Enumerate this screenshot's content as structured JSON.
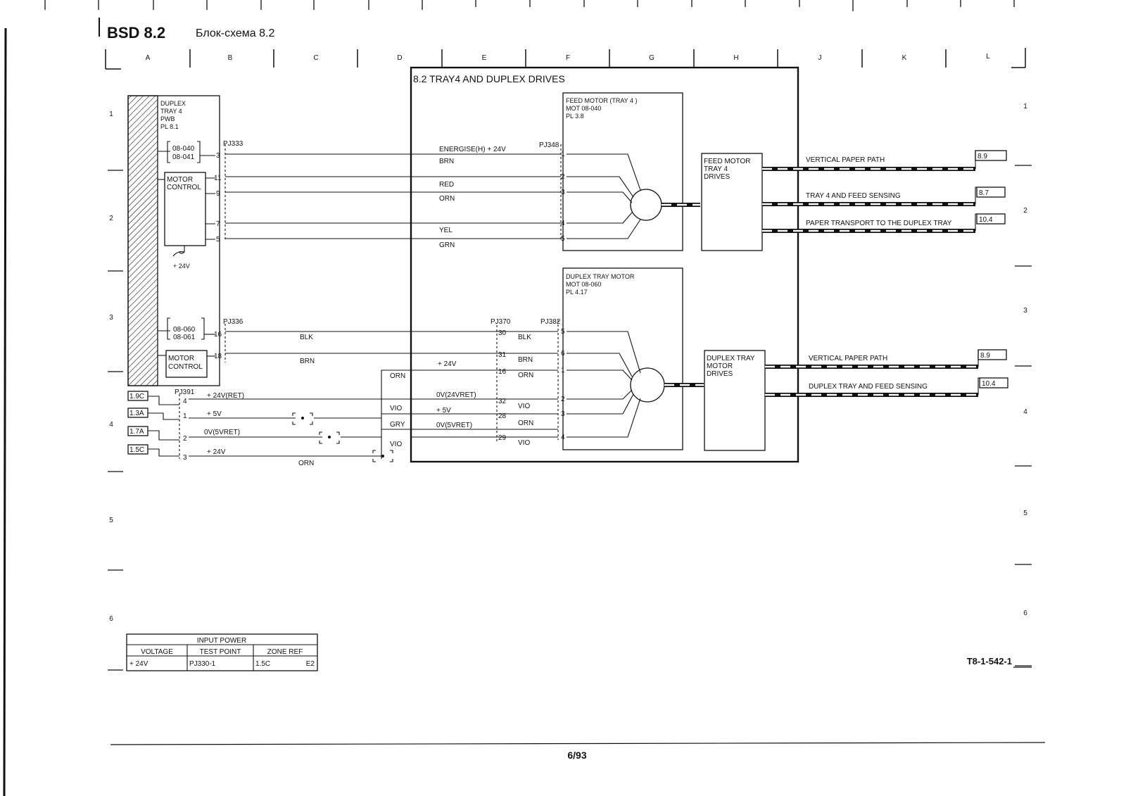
{
  "header": {
    "code": "BSD 8.2",
    "subtitle": "Блок-схема 8.2"
  },
  "columns": [
    "A",
    "B",
    "C",
    "D",
    "E",
    "F",
    "G",
    "H",
    "J",
    "K",
    "L"
  ],
  "rows": [
    "1",
    "2",
    "3",
    "4",
    "5",
    "6"
  ],
  "group": {
    "title": "8.2 TRAY4 AND DUPLEX DRIVES"
  },
  "pwb": {
    "label": [
      "DUPLEX",
      "TRAY 4",
      "PWB",
      "PL 8.1"
    ],
    "fault_codes_1": [
      "08-040",
      "08-041"
    ],
    "fault_codes_2": [
      "08-060",
      "08-061"
    ],
    "motor_control_1": [
      "MOTOR",
      "CONTROL"
    ],
    "motor_control_2": [
      "MOTOR",
      "CONTROL"
    ],
    "supply": "+ 24V",
    "pins_1": [
      "3",
      "11",
      "9",
      "7",
      "5"
    ],
    "pins_2": [
      "16",
      "18"
    ]
  },
  "connectors": {
    "pj333": "PJ333",
    "pj336": "PJ336",
    "pj348": "PJ348",
    "pj370": "PJ370",
    "pj382": "PJ382",
    "pj391": "PJ391"
  },
  "feed_motor": {
    "label": [
      "FEED MOTOR (TRAY 4 )",
      "MOT 08-040",
      "PL 3.8"
    ],
    "pins": [
      "1",
      "2",
      "3",
      "4",
      "5"
    ]
  },
  "duplex_motor": {
    "label": [
      "DUPLEX TRAY MOTOR",
      "MOT 08-060",
      "PL 4.17"
    ],
    "pins": [
      "5",
      "6",
      "1",
      "2",
      "3",
      "4"
    ]
  },
  "feed_drives": {
    "label": [
      "FEED MOTOR",
      "TRAY 4",
      "DRIVES"
    ]
  },
  "duplex_drives": {
    "label": [
      "DUPLEX TRAY",
      "MOTOR",
      "DRIVES"
    ]
  },
  "wires_top": {
    "energise": "ENERGISE(H) + 24V",
    "colors": [
      "BRN",
      "RED",
      "ORN",
      "YEL",
      "GRN"
    ]
  },
  "wires_dup": {
    "blk": "BLK",
    "brn": "BRN",
    "plus24": "+ 24V",
    "right_colors": [
      "BLK",
      "BRN",
      "ORN",
      "VIO",
      "ORN",
      "VIO"
    ],
    "pj370_pins": [
      "30",
      "31",
      "16",
      "32",
      "28",
      "29"
    ],
    "d_colors": [
      "ORN",
      "VIO",
      "GRY",
      "VIO"
    ],
    "inner": [
      "0V(24VRET)",
      "+ 5V",
      "0V(5VRET)"
    ]
  },
  "power_wires": {
    "refs": [
      "1.9C",
      "1.3A",
      "1.7A",
      "1.5C"
    ],
    "pins": [
      "4",
      "1",
      "2",
      "3"
    ],
    "labels": [
      "+ 24V(RET)",
      "+ 5V",
      "0V(5VRET)",
      "+ 24V"
    ],
    "orn": "ORN"
  },
  "outputs": [
    {
      "label": "VERTICAL PAPER PATH",
      "ref": "8.9"
    },
    {
      "label": "TRAY 4 AND FEED SENSING",
      "ref": "8.7"
    },
    {
      "label": "PAPER TRANSPORT TO THE DUPLEX TRAY",
      "ref": "10.4"
    },
    {
      "label": "VERTICAL PAPER PATH",
      "ref": "8.9"
    },
    {
      "label": "DUPLEX TRAY AND FEED SENSING",
      "ref": "10.4"
    }
  ],
  "input_power": {
    "title": "INPUT POWER",
    "headers": [
      "VOLTAGE",
      "TEST POINT",
      "ZONE REF"
    ],
    "row": [
      "+ 24V",
      "PJ330-1",
      "1.5C",
      "E2"
    ]
  },
  "figure_id": "T8-1-542-1",
  "page_num": "6/93"
}
